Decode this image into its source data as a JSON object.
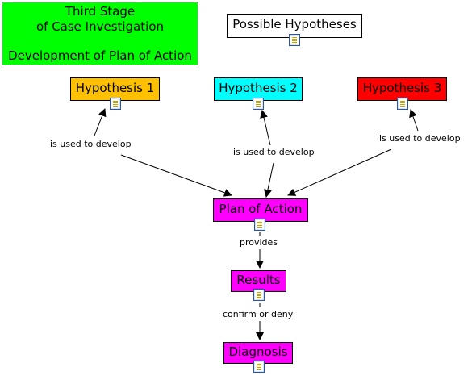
{
  "stage_box": {
    "lines": [
      "Third Stage",
      "of Case Investigation",
      "",
      "Development of Plan of Action"
    ],
    "color": "#00ff00"
  },
  "possible_hypotheses": {
    "label": "Possible Hypotheses"
  },
  "hypotheses": [
    {
      "label": "Hypothesis 1",
      "color": "#ffc000"
    },
    {
      "label": "Hypothesis 2",
      "color": "#00ffff"
    },
    {
      "label": "Hypothesis 3",
      "color": "#ff0000"
    }
  ],
  "link_labels": {
    "used_to_develop": "is used to develop",
    "provides": "provides",
    "confirm_or_deny": "confirm or deny"
  },
  "plan_of_action": {
    "label": "Plan of Action",
    "color": "#ff00ff"
  },
  "results": {
    "label": "Results",
    "color": "#ff00ff"
  },
  "diagnosis": {
    "label": "Diagnosis",
    "color": "#ff00ff"
  },
  "icons": {
    "node_note": "document-icon"
  }
}
